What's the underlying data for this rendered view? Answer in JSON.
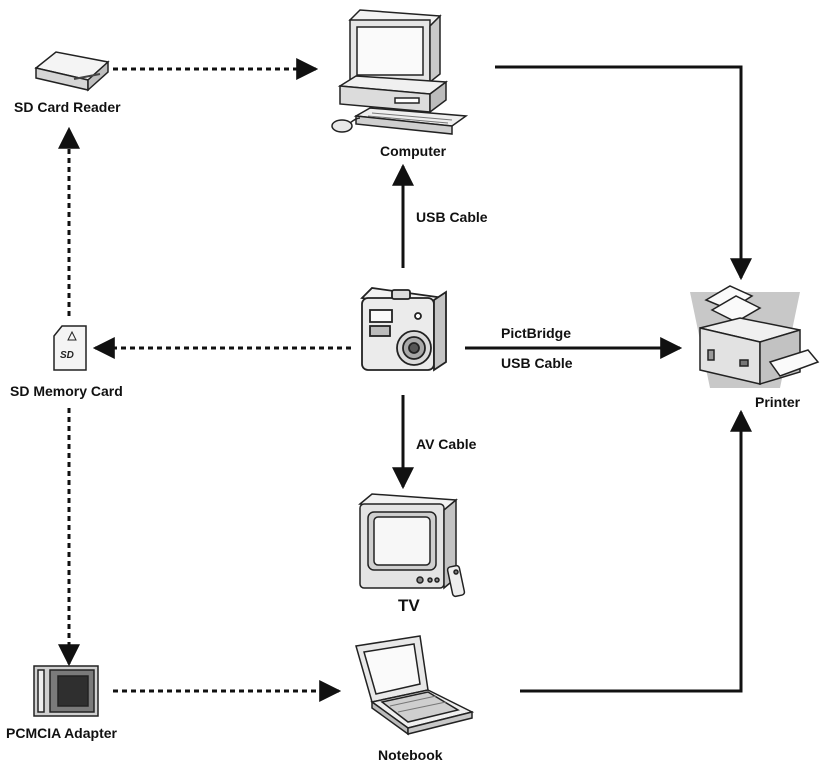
{
  "nodes": {
    "sd_card_reader": {
      "label": "SD Card Reader",
      "icon": "card-reader-icon"
    },
    "computer": {
      "label": "Computer",
      "icon": "desktop-computer-icon"
    },
    "sd_memory_card": {
      "label": "SD Memory Card",
      "icon": "sd-card-icon"
    },
    "camera": {
      "label": "",
      "icon": "digital-camera-icon"
    },
    "printer": {
      "label": "Printer",
      "icon": "printer-icon"
    },
    "tv": {
      "label": "TV",
      "icon": "tv-icon"
    },
    "pcmcia_adapter": {
      "label": "PCMCIA Adapter",
      "icon": "pcmcia-adapter-icon"
    },
    "notebook": {
      "label": "Notebook",
      "icon": "notebook-computer-icon"
    }
  },
  "edges": {
    "camera_to_computer": "USB Cable",
    "camera_to_printer_line1": "PictBridge",
    "camera_to_printer_line2": "USB Cable",
    "camera_to_tv": "AV Cable"
  },
  "styles": {
    "line_color": "#111111",
    "icon_fill": "#e8e8e8",
    "icon_shade": "#9a9a9a",
    "printer_bg": "#c8c8c8"
  }
}
